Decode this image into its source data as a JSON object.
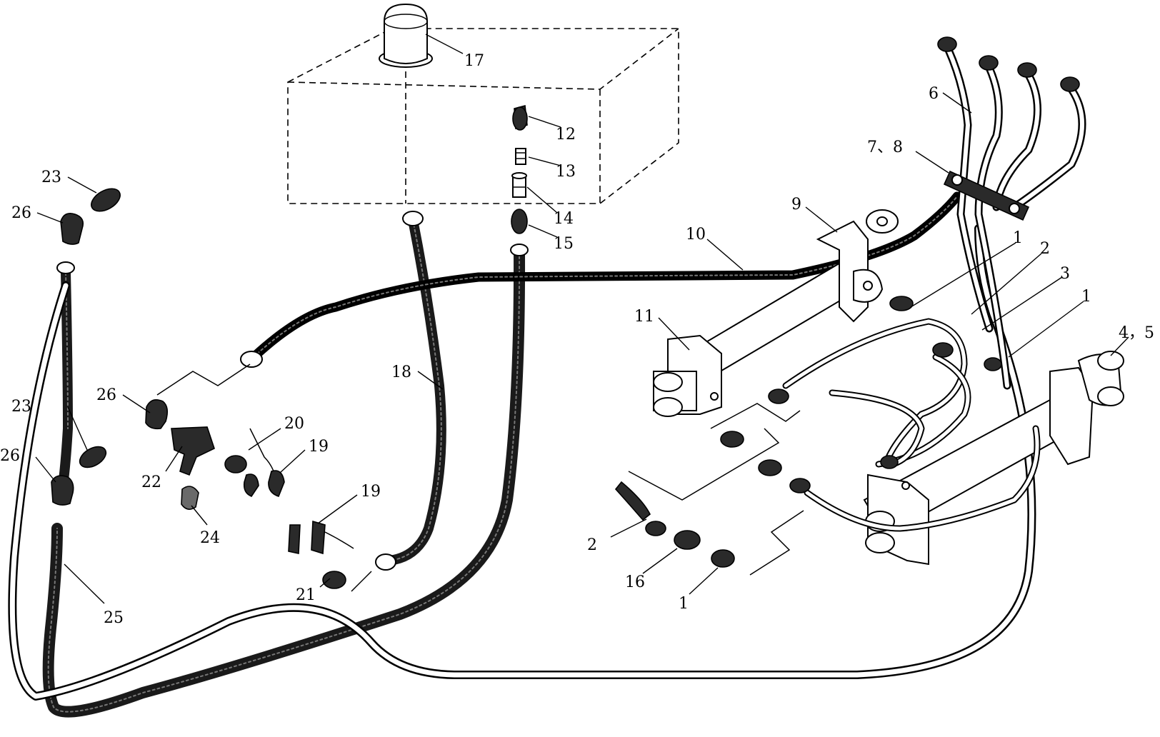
{
  "callouts": [
    {
      "id": "c17",
      "text": "17"
    },
    {
      "id": "c12",
      "text": "12"
    },
    {
      "id": "c13",
      "text": "13"
    },
    {
      "id": "c14",
      "text": "14"
    },
    {
      "id": "c15",
      "text": "15"
    },
    {
      "id": "c6",
      "text": "6"
    },
    {
      "id": "c78",
      "text": "7、8"
    },
    {
      "id": "c9",
      "text": "9"
    },
    {
      "id": "c10",
      "text": "10"
    },
    {
      "id": "c1a",
      "text": "1"
    },
    {
      "id": "c2a",
      "text": "2"
    },
    {
      "id": "c3",
      "text": "3"
    },
    {
      "id": "c1b",
      "text": "1"
    },
    {
      "id": "c45",
      "text": "4，5"
    },
    {
      "id": "c11",
      "text": "11"
    },
    {
      "id": "c23a",
      "text": "23"
    },
    {
      "id": "c26a",
      "text": "26"
    },
    {
      "id": "c18",
      "text": "18"
    },
    {
      "id": "c26b",
      "text": "26"
    },
    {
      "id": "c20",
      "text": "20"
    },
    {
      "id": "c19a",
      "text": "19"
    },
    {
      "id": "c23b",
      "text": "23"
    },
    {
      "id": "c26c",
      "text": "26"
    },
    {
      "id": "c22",
      "text": "22"
    },
    {
      "id": "c24",
      "text": "24"
    },
    {
      "id": "c19b",
      "text": "19"
    },
    {
      "id": "c21",
      "text": "21"
    },
    {
      "id": "c25",
      "text": "25"
    },
    {
      "id": "c2b",
      "text": "2"
    },
    {
      "id": "c16",
      "text": "16"
    },
    {
      "id": "c1c",
      "text": "1"
    }
  ]
}
